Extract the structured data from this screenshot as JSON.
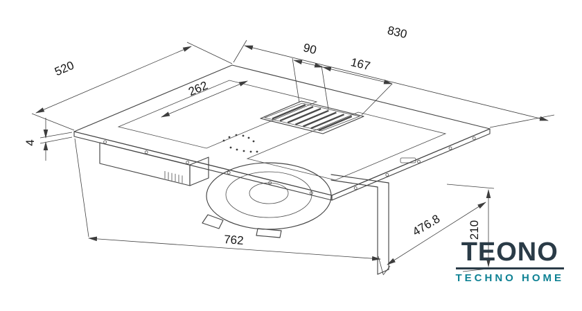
{
  "diagram": {
    "type": "technical-drawing",
    "subject": "induction hob with integrated downdraft extractor, dimensioned isometric view",
    "units": "mm",
    "dimensions": {
      "top_width": "830",
      "top_depth": "520",
      "glass_thickness": "4",
      "grille_width": "90",
      "grille_span": "167",
      "zone_to_grille": "262",
      "body_width": "762",
      "body_depth": "476.8",
      "body_height": "210"
    }
  },
  "logo": {
    "brand": "TEONO",
    "tagline": "TECHNO HOME"
  },
  "colors": {
    "background": "#ffffff",
    "line": "#444444",
    "text": "#161616",
    "brand_dark": "#2a3b47",
    "brand_teal": "#0f8294"
  }
}
